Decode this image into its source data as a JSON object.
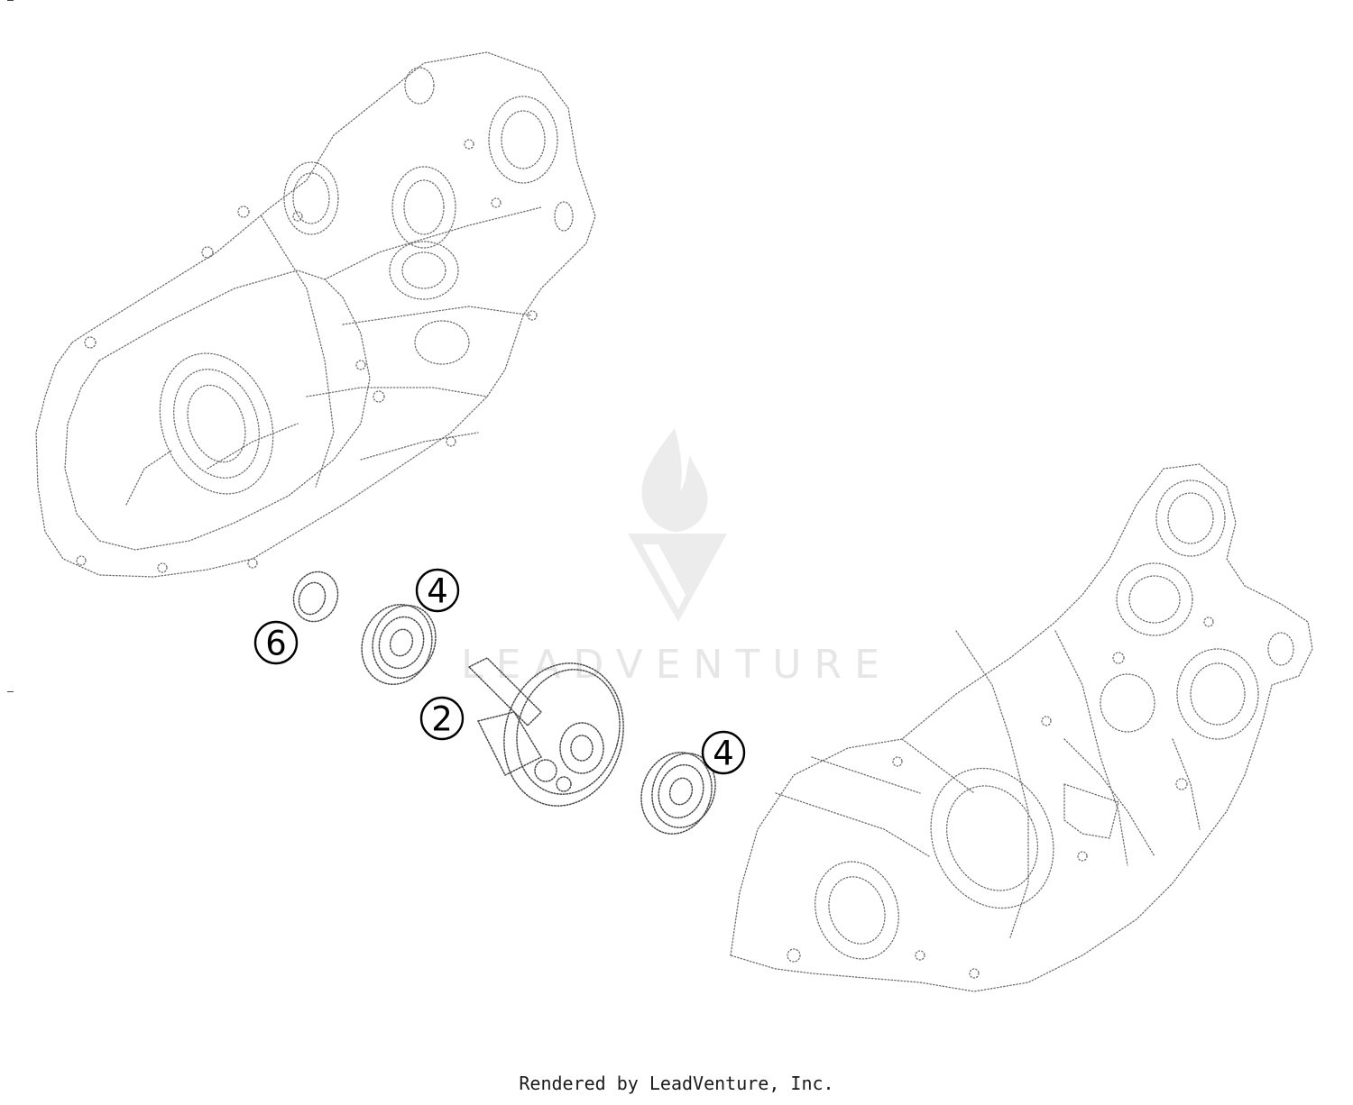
{
  "watermark": {
    "brand": "LEADVENTURE",
    "color": "#e6e6e6"
  },
  "callouts": [
    {
      "id": "callout-2",
      "label": "2"
    },
    {
      "id": "callout-4-upper",
      "label": "4"
    },
    {
      "id": "callout-4-lower",
      "label": "4"
    },
    {
      "id": "callout-6",
      "label": "6"
    }
  ],
  "footer": {
    "text": "Rendered by LeadVenture, Inc."
  }
}
